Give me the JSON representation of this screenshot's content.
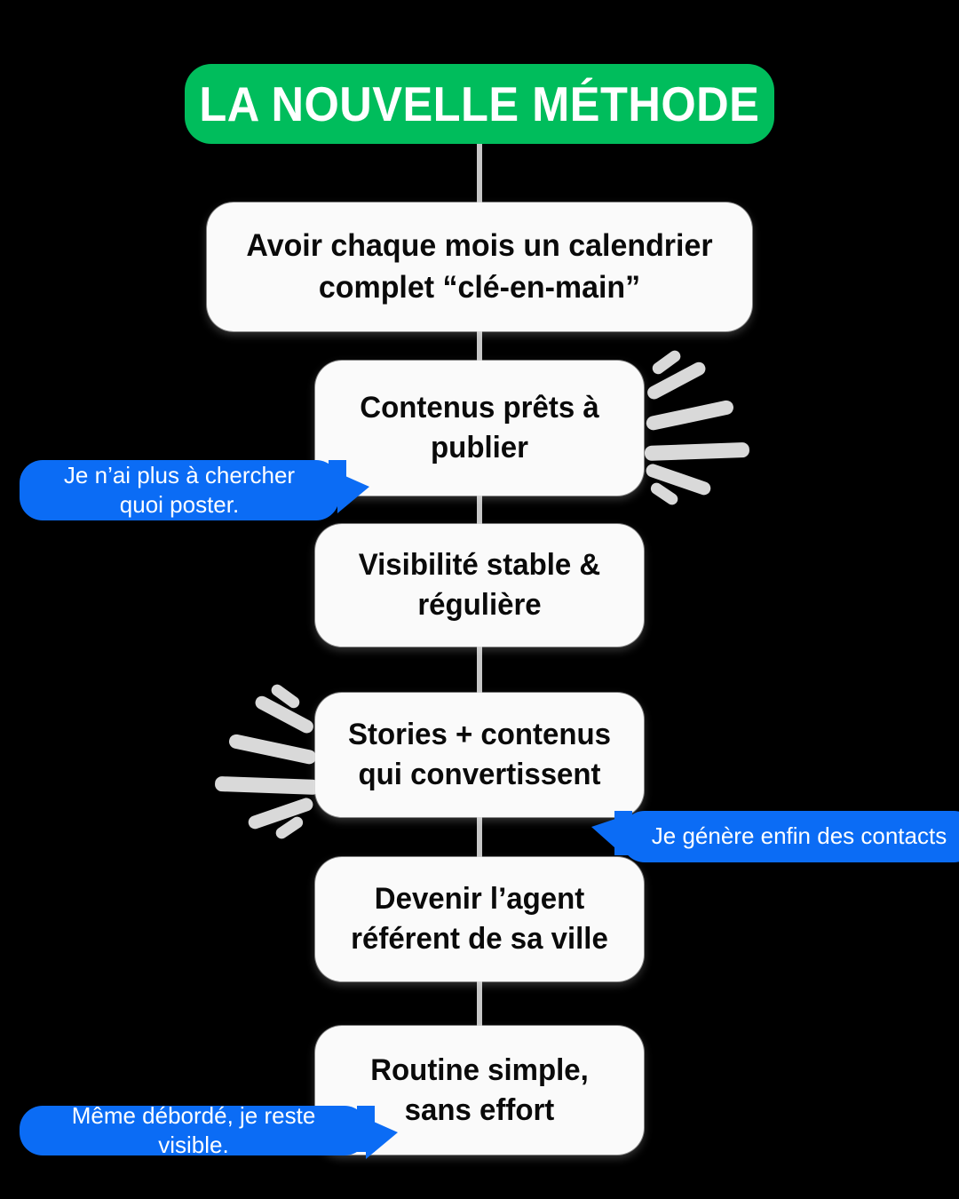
{
  "header": {
    "title": "LA NOUVELLE MÉTHODE",
    "badge_color": "#00bd5c",
    "text_color": "#ffffff"
  },
  "theme": {
    "background": "#000000",
    "card_background": "#fafafa",
    "card_text": "#0a0a0a",
    "bubble_color": "#0b6cf5",
    "bubble_text": "#ffffff",
    "connector_color": "#c6c6c6",
    "sparkle_color": "#d9d9d9"
  },
  "steps": [
    {
      "id": "step-1",
      "text": "Avoir chaque mois un calendrier complet “clé-en-main”"
    },
    {
      "id": "step-2",
      "text": "Contenus prêts à publier"
    },
    {
      "id": "step-3",
      "text": "Visibilité stable & régulière"
    },
    {
      "id": "step-4",
      "text": "Stories + contenus qui convertissent"
    },
    {
      "id": "step-5",
      "text": "Devenir l’agent référent de sa ville"
    },
    {
      "id": "step-6",
      "text": "Routine simple, sans effort"
    }
  ],
  "testimonials": [
    {
      "id": "bubble-1",
      "text": "Je n’ai plus à chercher quoi poster.",
      "tail": "right"
    },
    {
      "id": "bubble-2",
      "text": "Je génère enfin des contacts",
      "tail": "left"
    },
    {
      "id": "bubble-3",
      "text": "Même débordé, je reste visible.",
      "tail": "right"
    }
  ],
  "decorations": [
    {
      "id": "sparkle-right",
      "direction": "right",
      "ray_count": 6
    },
    {
      "id": "sparkle-left",
      "direction": "left",
      "ray_count": 6
    }
  ]
}
